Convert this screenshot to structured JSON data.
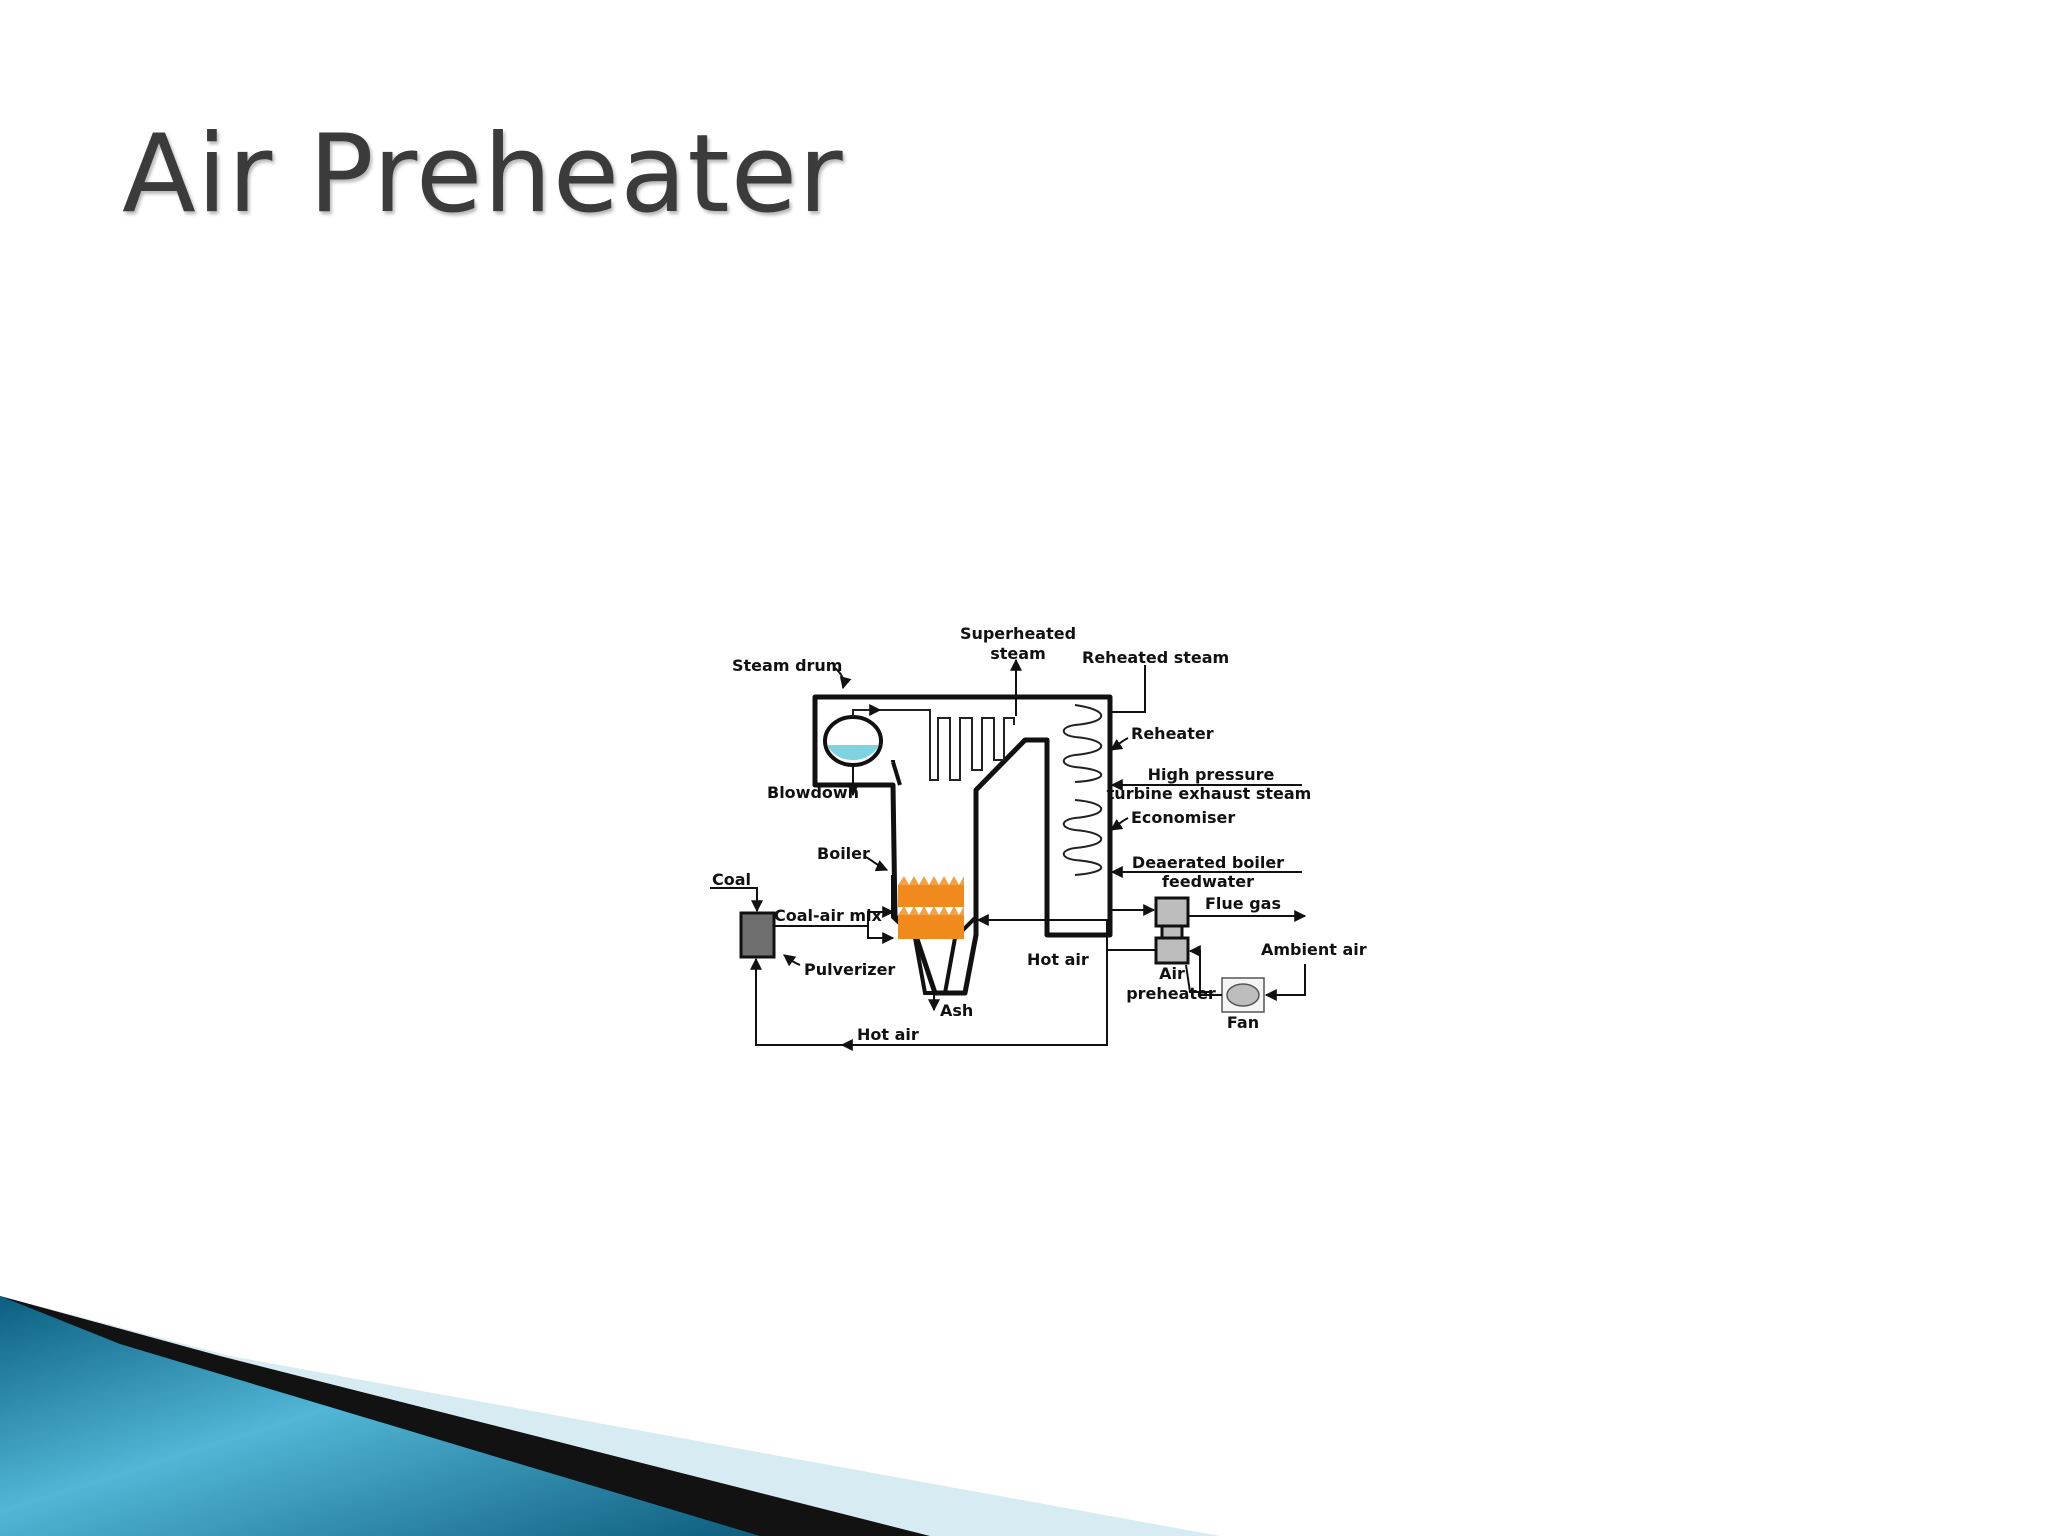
{
  "slide": {
    "title": "Air Preheater"
  },
  "diagram": {
    "labels": {
      "superheated_steam_line1": "Superheated",
      "superheated_steam_line2": "steam",
      "reheated_steam": "Reheated steam",
      "steam_drum": "Steam drum",
      "reheater": "Reheater",
      "blowdown": "Blowdown",
      "high_pressure_line1": "High pressure",
      "high_pressure_line2": "turbine exhaust steam",
      "economiser": "Economiser",
      "boiler": "Boiler",
      "deaerated_line1": "Deaerated boiler",
      "deaerated_line2": "feedwater",
      "coal": "Coal",
      "flue_gas": "Flue gas",
      "coal_air_mix": "Coal-air mix",
      "ambient_air": "Ambient air",
      "hot_air_right": "Hot air",
      "pulverizer": "Pulverizer",
      "air_preheater_line1": "Air",
      "air_preheater_line2": "preheater",
      "ash": "Ash",
      "fan": "Fan",
      "hot_air_bottom": "Hot air"
    },
    "colors": {
      "water": "#7fd3e0",
      "flame": "#f08a1c",
      "pulverizer": "#6e6e6e",
      "preheater": "#bdbdbd",
      "fan": "#bdbdbd"
    }
  }
}
